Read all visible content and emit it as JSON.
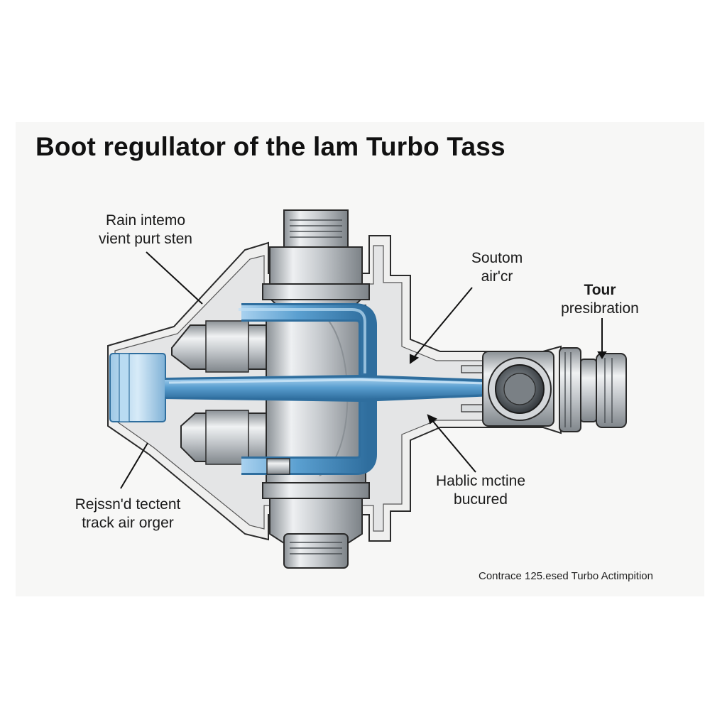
{
  "title": "Boot regullator of the lam Turbo Tass",
  "labels": {
    "top_left": [
      "Rain intemo",
      "vient purt sten"
    ],
    "top_center": [
      "Soutom",
      "air'cr"
    ],
    "top_right": [
      "Tour",
      "presibration"
    ],
    "bottom_center": [
      "Hablic mctine",
      "bucured"
    ],
    "bottom_left": [
      "Rejssn'd tectent",
      "track air orger"
    ]
  },
  "caption": "Contrace 125.esed Turbo Actimpition",
  "colors": {
    "pipe_blue": "#5a9fd0",
    "pipe_outline": "#2f6e9e",
    "metal_light": "#e6e8ea",
    "metal_mid": "#b8bcc0",
    "metal_dark": "#6d7378",
    "outline": "#2a2a2a",
    "housing_fill": "#eeeeed"
  }
}
